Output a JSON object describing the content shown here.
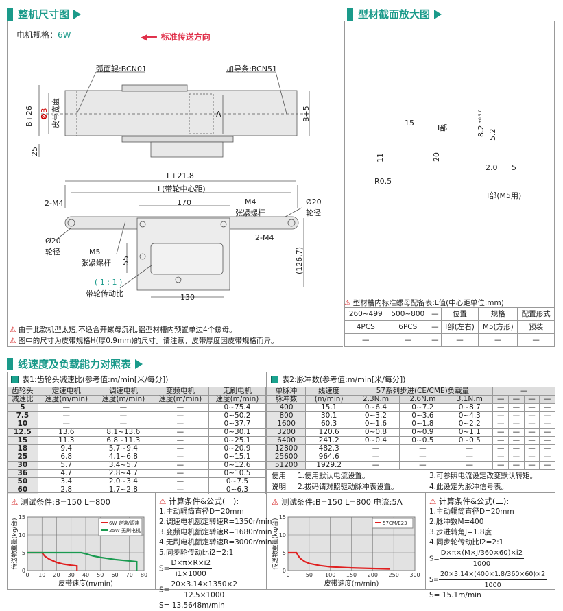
{
  "dimension_section": {
    "title": "整机尺寸图",
    "motor_spec_label": "电机规格：",
    "motor_spec_value": "6W",
    "direction": "标准传送方向",
    "top_view": {
      "roller": "弧面辊:BCN01",
      "guide": "加导条:BCN51",
      "b26": "B+26",
      "b_mark": "❾B",
      "belt_width": "皮带宽度",
      "a": "A",
      "b5": "B+5",
      "d25": "25"
    },
    "side_view": {
      "l218": "L+21.8",
      "l_center": "L(带轮中心距)",
      "d170": "170",
      "m4_left": "2-M4",
      "m4_label": "M4",
      "tension_screw": "张紧螺杆",
      "dia20_right": "Ø20",
      "wheel_dia_right": "轮径",
      "dia20_left": "Ø20",
      "wheel_dia_left": "轮径",
      "m4_right": "2-M4",
      "m5": "M5",
      "tension_screw2": "张紧螺杆",
      "d55": "55",
      "h1267": "(126.7)",
      "ratio": "( 1 : 1 )",
      "ratio_label": "带轮传动比",
      "d130": "130"
    },
    "notes": [
      "由于此款机型太短,不适合开螺母沉孔,铝型材槽内预置单边4个螺母。",
      "图中的尺寸为皮带规格H(厚0.9mm)的尺寸。请注意，皮带厚度因皮带规格而异。"
    ]
  },
  "profile_section": {
    "title": "型材截面放大图",
    "d15": "15",
    "part_i": "I部",
    "d11": "11",
    "d20": "20",
    "r05": "R0.5",
    "d82": "8.2",
    "tol": "+0.5 0",
    "d52": "5.2",
    "d20b": "2.0",
    "d5": "5",
    "detail_label": "I部(M5用)",
    "nut_table": {
      "caption": "型材槽内标准螺母配备表:L值(中心距单位:mm)",
      "rows": [
        [
          "260~499",
          "500~800",
          "—",
          "位置",
          "规格",
          "配置形式"
        ],
        [
          "4PCS",
          "6PCS",
          "—",
          "I部(左右)",
          "M5(方形)",
          "预装"
        ],
        [
          "—",
          "—",
          "—",
          "—",
          "—",
          "—"
        ]
      ]
    }
  },
  "speed_section": {
    "title": "线速度及负载能力对照表",
    "table1": {
      "caption": "表1:齿轮头减速比(参考值:m/min[米/每分])",
      "head1": [
        "齿轮头",
        "定速电机",
        "调速电机",
        "变频电机",
        "无刷电机"
      ],
      "head2": [
        "减速比",
        "速度(m/min)",
        "速度(m/min)",
        "速度(m/min)",
        "速度(m/min)"
      ],
      "rows": [
        [
          "5",
          "—",
          "—",
          "—",
          "0~75.4"
        ],
        [
          "7.5",
          "—",
          "—",
          "—",
          "0~50.2"
        ],
        [
          "10",
          "—",
          "—",
          "—",
          "0~37.7"
        ],
        [
          "12.5",
          "13.6",
          "8.1~13.6",
          "—",
          "0~30.1"
        ],
        [
          "15",
          "11.3",
          "6.8~11.3",
          "—",
          "0~25.1"
        ],
        [
          "18",
          "9.4",
          "5.7~9.4",
          "—",
          "0~20.9"
        ],
        [
          "25",
          "6.8",
          "4.1~6.8",
          "—",
          "0~15.1"
        ],
        [
          "30",
          "5.7",
          "3.4~5.7",
          "—",
          "0~12.6"
        ],
        [
          "36",
          "4.7",
          "2.8~4.7",
          "—",
          "0~10.5"
        ],
        [
          "50",
          "3.4",
          "2.0~3.4",
          "—",
          "0~7.5"
        ],
        [
          "60",
          "2.8",
          "1.7~2.8",
          "—",
          "0~6.3"
        ]
      ]
    },
    "table2": {
      "caption": "表2:脉冲数(参考值:m/min[米/每分])",
      "head1": [
        "单脉冲",
        "线速度",
        "57系列步进(CE/CME)负载量",
        "—"
      ],
      "head2": [
        "脉冲数",
        "(m/min)",
        "2.3N.m",
        "2.6N.m",
        "3.1N.m",
        "—",
        "—",
        "—",
        "—"
      ],
      "rows": [
        [
          "400",
          "15.1",
          "0~6.4",
          "0~7.2",
          "0~8.7",
          "—",
          "—",
          "—",
          "—"
        ],
        [
          "800",
          "30.1",
          "0~3.2",
          "0~3.6",
          "0~4.3",
          "—",
          "—",
          "—",
          "—"
        ],
        [
          "1600",
          "60.3",
          "0~1.6",
          "0~1.8",
          "0~2.2",
          "—",
          "—",
          "—",
          "—"
        ],
        [
          "3200",
          "120.6",
          "0~0.8",
          "0~0.9",
          "0~1.1",
          "—",
          "—",
          "—",
          "—"
        ],
        [
          "6400",
          "241.2",
          "0~0.4",
          "0~0.5",
          "0~0.5",
          "—",
          "—",
          "—",
          "—"
        ],
        [
          "12800",
          "482.3",
          "—",
          "—",
          "—",
          "—",
          "—",
          "—",
          "—"
        ],
        [
          "25600",
          "964.6",
          "—",
          "—",
          "—",
          "—",
          "—",
          "—",
          "—"
        ],
        [
          "51200",
          "1929.2",
          "—",
          "—",
          "—",
          "—",
          "—",
          "—",
          "—"
        ]
      ],
      "usage1": "使用",
      "usage2": "说明",
      "note1": "1.使用默认电流设置。",
      "note2": "2.拔码请对照驱动脉冲表设置。",
      "note3": "3.可参照电流设定改变默认转矩。",
      "note4": "4.此设定为脉冲信号表。"
    },
    "calc1": {
      "title": "计算条件&公式(一):",
      "lines": [
        "1.主动辊筒直径D=20mm",
        "2.调速电机额定转速R=1350r/min",
        "3.变频电机额定转速R=1680r/min",
        "4.无刷电机额定转速R=3000r/min",
        "5.同步轮传动比i2=2:1"
      ],
      "f1_num": "D×π×R×i2",
      "f1_den": "i1×1000",
      "f2_num": "20×3.14×1350×2",
      "f2_den": "12.5×1000",
      "s": "S=",
      "result": "S= 13.5648m/min"
    },
    "calc2": {
      "title": "计算条件&公式(二):",
      "lines": [
        "1.主动辊筒直径D=20mm",
        "2.脉冲数M=400",
        "3.步进转角J=1.8度",
        "4.同步轮传动比i2=2:1"
      ],
      "f1_num": "D×π×(M×J/360×60)×i2",
      "f1_den": "1000",
      "f2_num": "20×3.14×(400×1.8/360×60)×2",
      "f2_den": "1000",
      "s": "S=",
      "result": "S= 15.1m/min"
    }
  },
  "chart_data": [
    {
      "type": "line",
      "title": "测试条件:B=150   L=800",
      "xlabel": "皮带速度(m/min)",
      "ylabel": "传送物重量(kg/台)",
      "xlim": [
        0,
        80
      ],
      "ylim": [
        0,
        15
      ],
      "xticks": [
        0,
        10,
        20,
        30,
        40,
        50,
        60,
        70,
        80
      ],
      "yticks": [
        0,
        5,
        10,
        15
      ],
      "grid": true,
      "legend": "top-right",
      "series": [
        {
          "name": "6W 定速/调速",
          "color": "#e02020",
          "x": [
            0,
            10,
            12,
            15,
            20,
            25,
            30,
            34,
            34
          ],
          "y": [
            5,
            5,
            4,
            3.2,
            2.3,
            1.8,
            1.5,
            1.3,
            0
          ]
        },
        {
          "name": "25W 无刷电机",
          "color": "#1a9a50",
          "x": [
            0,
            37,
            40,
            45,
            50,
            55,
            60,
            65,
            70,
            75,
            75
          ],
          "y": [
            5,
            5,
            4.7,
            4.1,
            3.7,
            3.4,
            3.1,
            2.9,
            2.7,
            2.5,
            0
          ]
        }
      ]
    },
    {
      "type": "line",
      "title": "测试条件:B=150   L=800  电流:5A",
      "xlabel": "皮带速度(m/min)",
      "ylabel": "传送物重量(kg/台)",
      "xlim": [
        0,
        300
      ],
      "ylim": [
        0,
        15
      ],
      "xticks": [
        0,
        50,
        100,
        150,
        200,
        250,
        300
      ],
      "yticks": [
        0,
        5,
        10,
        15
      ],
      "grid": true,
      "legend": "top-right",
      "series": [
        {
          "name": "57CM/E23",
          "color": "#e02020",
          "x": [
            0,
            20,
            25,
            30,
            40,
            50,
            75,
            100,
            150,
            200,
            240
          ],
          "y": [
            5,
            5,
            4,
            3.3,
            2.5,
            2,
            1.4,
            1.05,
            0.75,
            0.58,
            0.45
          ]
        }
      ]
    }
  ]
}
